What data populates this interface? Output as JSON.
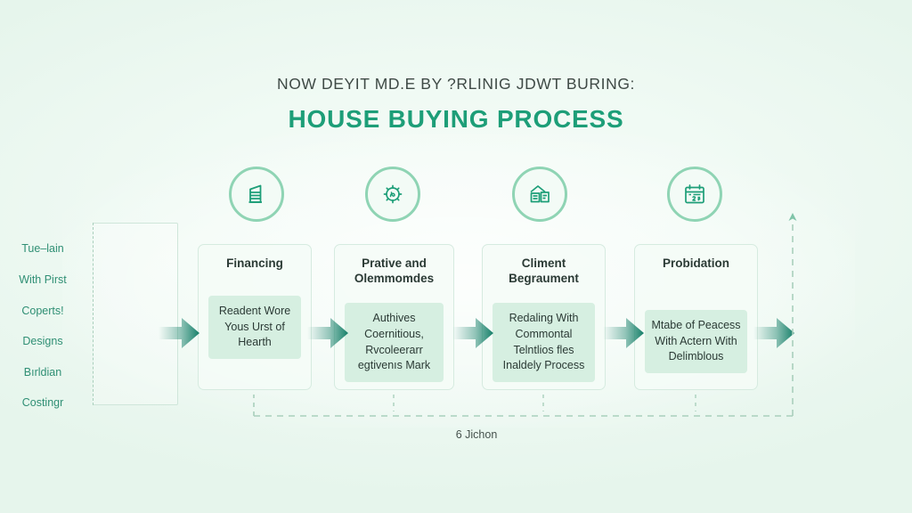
{
  "header": {
    "eyebrow": "NOW DEYIT MD.E BY ?RLINIG JDWT BURING:",
    "title": "HOUSE BUYING PROCESS"
  },
  "colors": {
    "accent": "#1d9e78",
    "accent_dark": "#17806a",
    "icon_ring": "#8fd4b4",
    "card_body_bg": "#d6efe1",
    "card_bg": "#f4fcf7",
    "card_border": "#d6ebe0",
    "sidebar_text": "#2f8f74",
    "body_text": "#2b3a35",
    "dash_line": "#a9cfbc",
    "page_bg": "#eef8f2"
  },
  "sidebar": {
    "items": [
      {
        "label": "Tue–lain"
      },
      {
        "label": "With Pirst"
      },
      {
        "label": "Coperts!"
      },
      {
        "label": "Designs"
      },
      {
        "label": "Bırldian"
      },
      {
        "label": "Costingr"
      }
    ]
  },
  "icons": [
    {
      "name": "building-document-icon"
    },
    {
      "name": "compass-gear-icon"
    },
    {
      "name": "house-contract-icon"
    },
    {
      "name": "calendar-icon"
    }
  ],
  "steps": [
    {
      "title": "Financing",
      "body": "Readent Wore Yous Urst of Hearth"
    },
    {
      "title": "Prative and Olemmomdes",
      "body": "Authives Coernitious, Rvcoleerarr egtivenıs Mark"
    },
    {
      "title": "Climent Begraument",
      "body": "Redaling With Commontal Telntlios fles Inaldely Process"
    },
    {
      "title": "Probidation",
      "body": "Mtabe of Peacess With Actern With Delimblous"
    }
  ],
  "loop": {
    "caption": "6 Jichon"
  }
}
